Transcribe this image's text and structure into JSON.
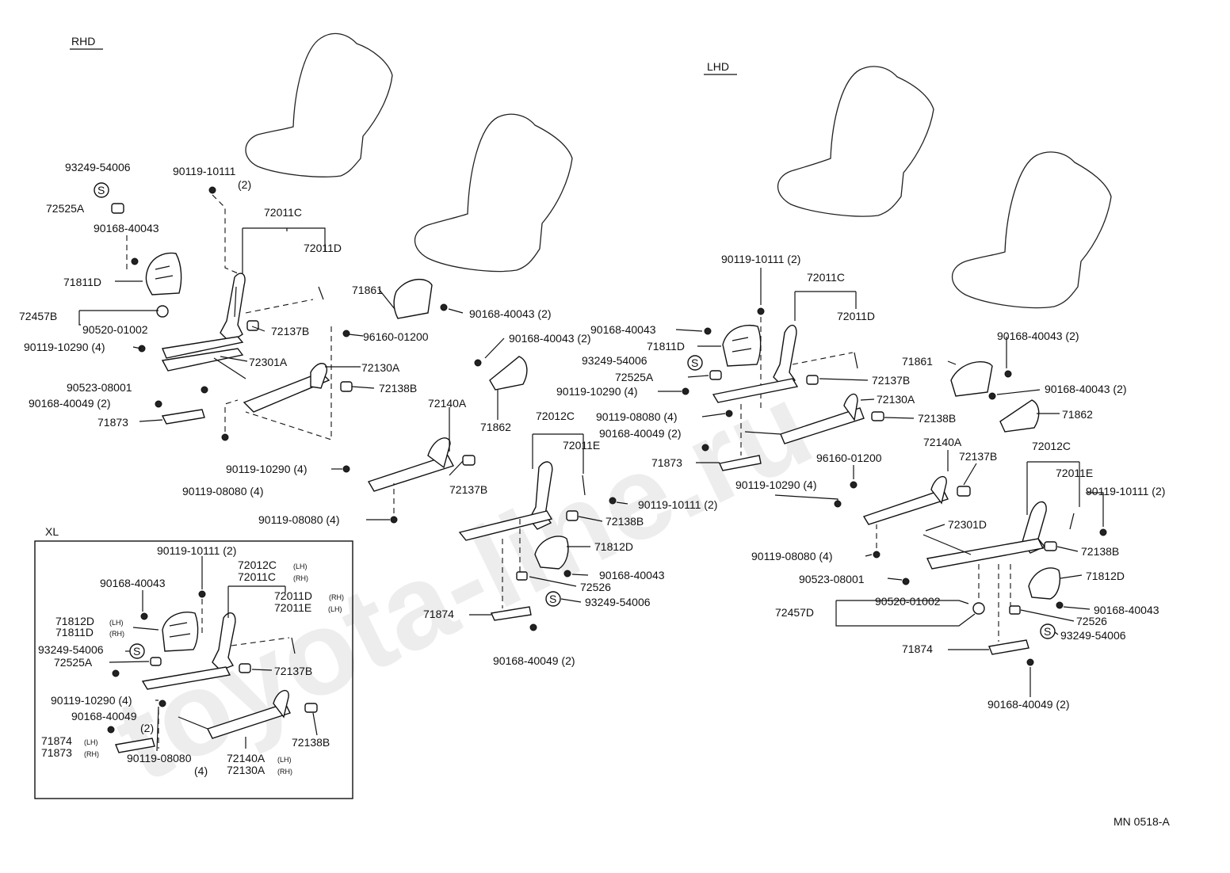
{
  "watermark": "toyota-line.ru",
  "headings": {
    "rhd": "RHD",
    "lhd": "LHD",
    "xl": "XL"
  },
  "figure_code": "MN 0518-A",
  "labels": {
    "r_93249": "93249-54006",
    "r_90119_10111": "90119-10111",
    "r_qty2a": "(2)",
    "r_72525a": "72525A",
    "r_90168_40043": "90168-40043",
    "r_72011c": "72011C",
    "r_72011d": "72011D",
    "r_71811d": "71811D",
    "r_72457b": "72457B",
    "r_90520": "90520-01002",
    "r_72137b": "72137B",
    "r_96160": "96160-01200",
    "r_90119_10290": "90119-10290 (4)",
    "r_72301a": "72301A",
    "r_72130a": "72130A",
    "r_90523": "90523-08001",
    "r_72138b": "72138B",
    "r_90168_40049": "90168-40049 (2)",
    "r_71873": "71873",
    "r_90119_08080": "90119-08080 (4)",
    "r_71861": "71861",
    "r_90168_40043_2": "90168-40043 (2)",
    "r2_90168_40043_2": "90168-40043 (2)",
    "r_71862": "71862",
    "r_72140a": "72140A",
    "r_72012c": "72012C",
    "r_72011e": "72011E",
    "r2_90119_10290": "90119-10290 (4)",
    "r2_72137b": "72137B",
    "r2_90119_10111": "90119-10111 (2)",
    "r2_90119_08080": "90119-08080 (4)",
    "r2_72138b": "72138B",
    "r_71812d": "71812D",
    "r2_90168_40043": "90168-40043",
    "r_72526": "72526",
    "r2_93249": "93249-54006",
    "r_71874": "71874",
    "r2_90168_40049": "90168-40049 (2)",
    "l_90119_10111": "90119-10111 (2)",
    "l_72011c": "72011C",
    "l_72011d": "72011D",
    "l_90168_40043": "90168-40043",
    "l_71811d": "71811D",
    "l_93249": "93249-54006",
    "l_72525a": "72525A",
    "l_72137b": "72137B",
    "l_90119_10290": "90119-10290 (4)",
    "l_72130a": "72130A",
    "l_90119_08080": "90119-08080 (4)",
    "l_72138b": "72138B",
    "l_90168_40049": "90168-40049 (2)",
    "l_71873": "71873",
    "l_71861": "71861",
    "l_90168_40043_2": "90168-40043 (2)",
    "l2_90168_40043_2": "90168-40043 (2)",
    "l_71862": "71862",
    "l_96160": "96160-01200",
    "l_72140a": "72140A",
    "l2_72137b": "72137B",
    "l_72012c": "72012C",
    "l_72011e": "72011E",
    "l2_90119_10290": "90119-10290 (4)",
    "l2_90119_10111": "90119-10111 (2)",
    "l_72301d": "72301D",
    "l2_90119_08080": "90119-08080 (4)",
    "l2_72138b": "72138B",
    "l_90523": "90523-08001",
    "l_71812d": "71812D",
    "l_72457d": "72457D",
    "l_90520": "90520-01002",
    "l2_90168_40043": "90168-40043",
    "l_72526": "72526",
    "l2_93249": "93249-54006",
    "l_71874": "71874",
    "l2_90168_40049": "90168-40049 (2)",
    "x_90119_10111": "90119-10111 (2)",
    "x_72012c": "72012C",
    "x_72011c": "72011C",
    "x_90168_40043": "90168-40043",
    "x_72011d": "72011D",
    "x_72011e": "72011E",
    "x_71812d": "71812D",
    "x_71811d": "71811D",
    "x_93249": "93249-54006",
    "x_72525a": "72525A",
    "x_72137b": "72137B",
    "x_90119_10290": "90119-10290 (4)",
    "x_90168_40049": "90168-40049",
    "x_qty2": "(2)",
    "x_72138b": "72138B",
    "x_71874": "71874",
    "x_71873": "71873",
    "x_90119_08080": "90119-08080",
    "x_qty4": "(4)",
    "x_72140a": "72140A",
    "x_72130a": "72130A",
    "sub_lh": "(LH)",
    "sub_rh": "(RH)",
    "s_mark": "S"
  }
}
